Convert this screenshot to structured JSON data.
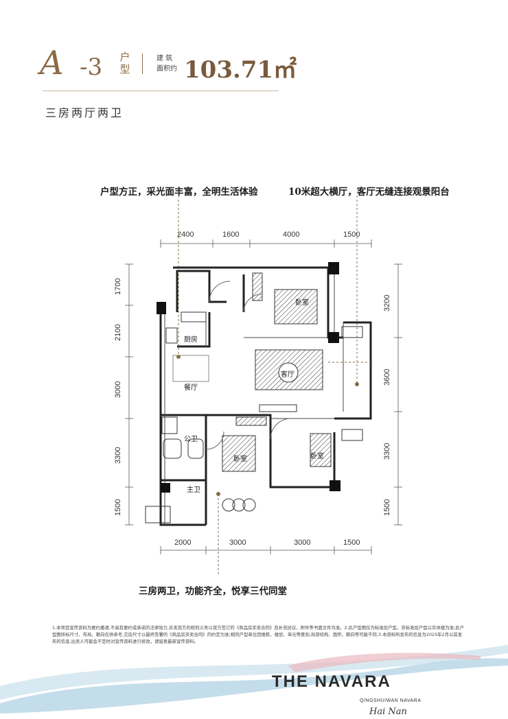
{
  "header": {
    "type_letter": "A",
    "type_number": "-3",
    "type_label_top": "户",
    "type_label_bottom": "型",
    "area_label_line1": "建 筑",
    "area_label_line2": "面积约",
    "area_value": "103.71㎡",
    "layout_name": "三房两厅两卫"
  },
  "captions": {
    "top_left": "户型方正，采光面丰富，全明生活体验",
    "top_right": "10米超大横厅，客厅无缝连接观景阳台",
    "bottom": "三房两卫，功能齐全，悦享三代同堂"
  },
  "dimensions": {
    "top": [
      "2400",
      "1600",
      "4000",
      "1500"
    ],
    "bottom": [
      "2000",
      "3000",
      "3000",
      "1500"
    ],
    "left": [
      "1700",
      "2100",
      "3000",
      "3300",
      "1500"
    ],
    "right": [
      "3200",
      "3600",
      "3300",
      "1500"
    ]
  },
  "rooms": {
    "bedroom_top": "卧室",
    "kitchen": "厨房",
    "dining": "餐厅",
    "living": "客厅",
    "public_bath": "公卫",
    "bedroom_mid": "卧室",
    "bedroom_right": "卧室",
    "master_bath": "主卫"
  },
  "disclaimer": "1.本项目宣传资料为要约邀请,不具有要约或承诺的法律效力,买卖双方的权利义务以双方签订的《商品房买卖合同》及补充协议、附件等书面文件为准。2.此户型图仅为标准层户型，非标准层户型以实体楼为准;此户型图所标尺寸、布局、朝向仅供参考,交房尺寸以最终签署的《商品房买卖合同》的约定为准;相同户型单位因楼栋、楼层、单元等差别,局部结构、面积、朝向等可能不同;3.本资料所发布的信息为2025年2月以前发布的信息,出卖人可能会不定时对宣传资料进行修改，请留意最新宣传资料。",
  "brand": {
    "name": "THE NAVARA",
    "subtitle": "QINGSHUIWAN NAVARA",
    "location": "Hai Nan"
  },
  "colors": {
    "accent_brown": "#8a6a45",
    "wave_blue": "#9cc6dd",
    "wave_pink": "#e9b9c0"
  }
}
